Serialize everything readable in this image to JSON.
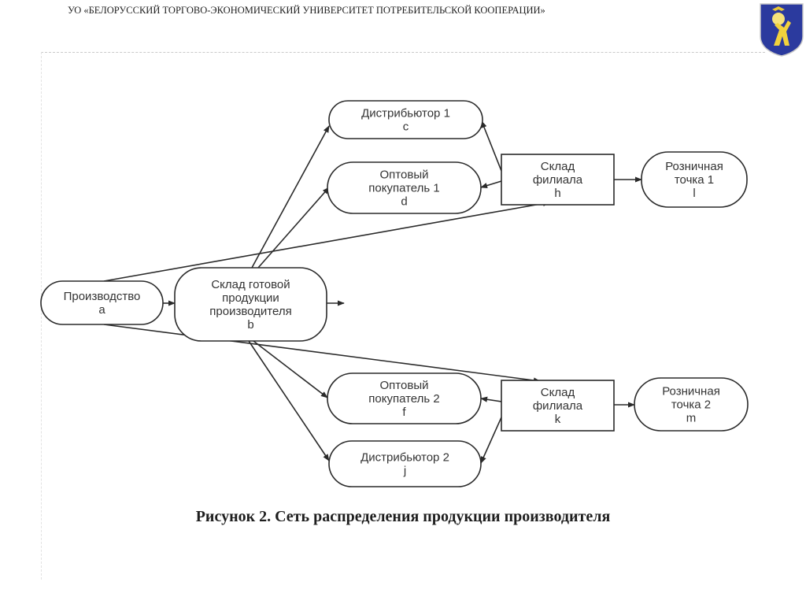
{
  "header": {
    "university": "УО «БЕЛОРУССКИЙ ТОРГОВО-ЭКОНОМИЧЕСКИЙ УНИВЕРСИТЕТ ПОТРЕБИТЕЛЬСКОЙ КООПЕРАЦИИ»"
  },
  "emblem": {
    "icon": "university-shield-icon",
    "colors": {
      "background": "#2b3a9e",
      "figure": "#f2d23c",
      "sun": "#f6e27a"
    }
  },
  "diagram": {
    "nodes": {
      "a": {
        "lines": [
          "Производство",
          "a"
        ]
      },
      "b": {
        "lines": [
          "Склад готовой",
          "продукции",
          "производителя",
          "b"
        ]
      },
      "c": {
        "lines": [
          "Дистрибьютор 1",
          "c"
        ]
      },
      "d": {
        "lines": [
          "Оптовый",
          "покупатель 1",
          "d"
        ]
      },
      "h": {
        "lines": [
          "Склад",
          "филиала",
          "h"
        ]
      },
      "l": {
        "lines": [
          "Розничная",
          "точка 1",
          "l"
        ]
      },
      "f": {
        "lines": [
          "Оптовый",
          "покупатель 2",
          "f"
        ]
      },
      "k": {
        "lines": [
          "Склад",
          "филиала",
          "k"
        ]
      },
      "m": {
        "lines": [
          "Розничная",
          "точка 2",
          "m"
        ]
      },
      "j": {
        "lines": [
          "Дистрибьютор 2",
          "j"
        ]
      }
    },
    "edges": [
      {
        "from": "a",
        "to": "b"
      },
      {
        "from": "b",
        "to": "out"
      },
      {
        "from": "b",
        "to": "c"
      },
      {
        "from": "b",
        "to": "d"
      },
      {
        "from": "b",
        "to": "f"
      },
      {
        "from": "b",
        "to": "j"
      },
      {
        "from": "a",
        "to": "h"
      },
      {
        "from": "a",
        "to": "k"
      },
      {
        "from": "h",
        "to": "c"
      },
      {
        "from": "h",
        "to": "d"
      },
      {
        "from": "h",
        "to": "l"
      },
      {
        "from": "k",
        "to": "f"
      },
      {
        "from": "k",
        "to": "j"
      },
      {
        "from": "k",
        "to": "m"
      }
    ]
  },
  "caption": "Рисунок 2. Сеть распределения продукции производителя"
}
